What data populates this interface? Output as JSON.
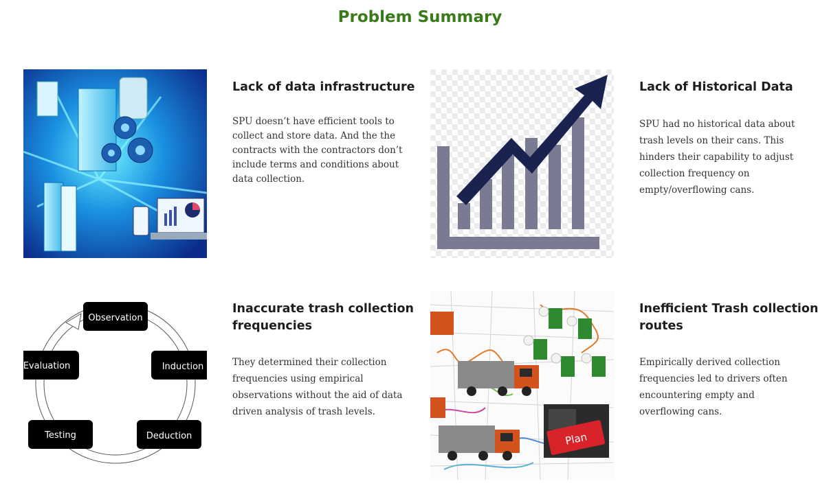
{
  "page": {
    "title": "Problem Summary",
    "title_color": "#3a7a1a"
  },
  "cards": [
    {
      "heading": "Lack of data infrastructure",
      "body": "SPU doesn’t have efficient tools to collect and store data. And the the contracts with the contractors don’t include terms and conditions about data collection.",
      "image_icon": "server-network-illustration"
    },
    {
      "heading": "Lack of Historical Data",
      "body": "SPU had no historical data about trash levels on their cans. This hinders their capability to adjust collection frequency on empty/overflowing cans.",
      "image_icon": "rising-bar-chart-arrow"
    },
    {
      "heading": "Inaccurate trash collection frequencies",
      "body": "They determined their collection frequencies using empirical observations without the aid of data driven analysis of trash levels.",
      "image_icon": "scientific-method-cycle",
      "cycle_steps": [
        "Observation",
        "Induction",
        "Deduction",
        "Testing",
        "Evaluation"
      ]
    },
    {
      "heading": "Inefficient Trash collection routes",
      "body": "Empirically derived collection frequencies led to drivers often encountering empty and overflowing cans.",
      "image_icon": "garbage-trucks-route-map",
      "key_label": "Plan"
    }
  ]
}
